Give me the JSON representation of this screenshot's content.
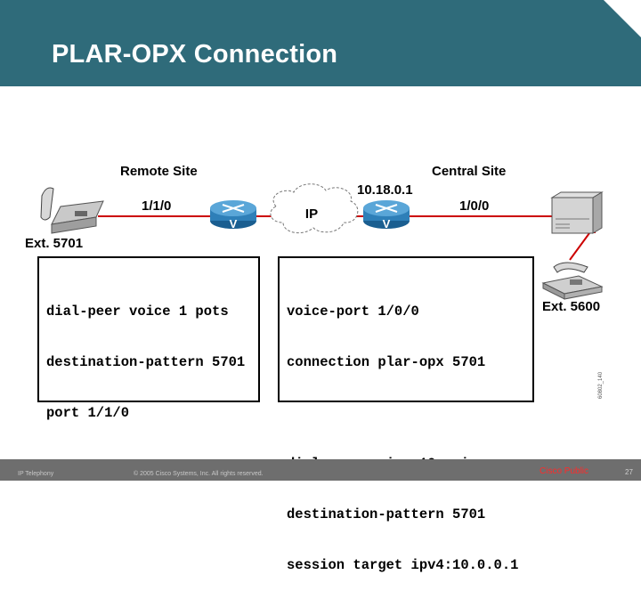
{
  "slide": {
    "title": "PLAR-OPX Connection"
  },
  "diagram": {
    "remote_site_label": "Remote Site",
    "central_site_label": "Central Site",
    "ip_address": "10.18.0.1",
    "remote_port": "1/1/0",
    "central_port": "1/0/0",
    "cloud_label": "IP",
    "router_glyph": "V",
    "remote_ext": "Ext. 5701",
    "central_ext": "Ext. 5600",
    "figure_id": "60802_140"
  },
  "remote_config": {
    "lines": [
      "dial-peer voice 1 pots",
      "destination-pattern 5701",
      "port 1/1/0"
    ]
  },
  "central_config": {
    "lines_a": [
      "voice-port 1/0/0",
      "connection plar-opx 5701"
    ],
    "lines_b": [
      "dial-peer voice 10 voip",
      "destination-pattern 5701",
      "session target ipv4:10.0.0.1"
    ]
  },
  "footer": {
    "left": "IP Telephony",
    "center": "© 2005 Cisco Systems, Inc. All rights reserved.",
    "brand": "Cisco Public",
    "page": "27"
  },
  "colors": {
    "header": "#2f6b7a",
    "link": "#cc0000",
    "router": "#2e7fb8",
    "brand": "#ff2a2a"
  },
  "icons": [
    "analog-phone-icon",
    "router-icon",
    "cloud-icon",
    "pbx-icon",
    "office-phone-icon"
  ]
}
